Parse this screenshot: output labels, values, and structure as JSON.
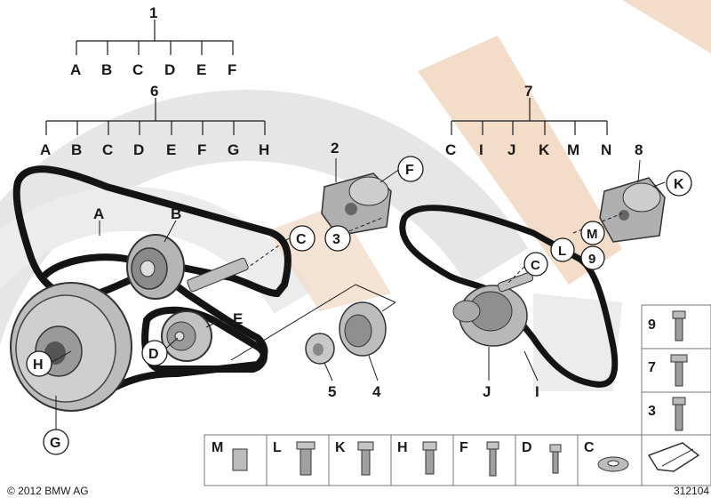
{
  "colors": {
    "watermark_gray": "#e6e6e6",
    "watermark_tan": "#f3dcc8",
    "ink": "#1a1a1a",
    "belt": "#141414",
    "panel_border": "#777777"
  },
  "tree1": {
    "parent": "1",
    "children": [
      "A",
      "B",
      "C",
      "D",
      "E",
      "F"
    ]
  },
  "tree6": {
    "parent": "6",
    "children": [
      "A",
      "B",
      "C",
      "D",
      "E",
      "F",
      "G",
      "H"
    ]
  },
  "tree7": {
    "parent": "7",
    "children": [
      "C",
      "I",
      "J",
      "K",
      "M",
      "N"
    ]
  },
  "callouts": {
    "A": "A",
    "B": "B",
    "E": "E",
    "I": "I",
    "J": "J",
    "n2": "2",
    "n4": "4",
    "n5": "5",
    "n8": "8",
    "C1": "C",
    "n3": "3",
    "F": "F",
    "D": "D",
    "H": "H",
    "G": "G",
    "C2": "C",
    "L": "L",
    "M": "M",
    "K": "K",
    "n9": "9"
  },
  "right_panel": [
    "9",
    "7",
    "3"
  ],
  "bottom_panel": [
    "M",
    "L",
    "K",
    "H",
    "F",
    "D",
    "C"
  ],
  "footer": {
    "copyright": "© 2012 BMW AG",
    "code": "312104"
  }
}
